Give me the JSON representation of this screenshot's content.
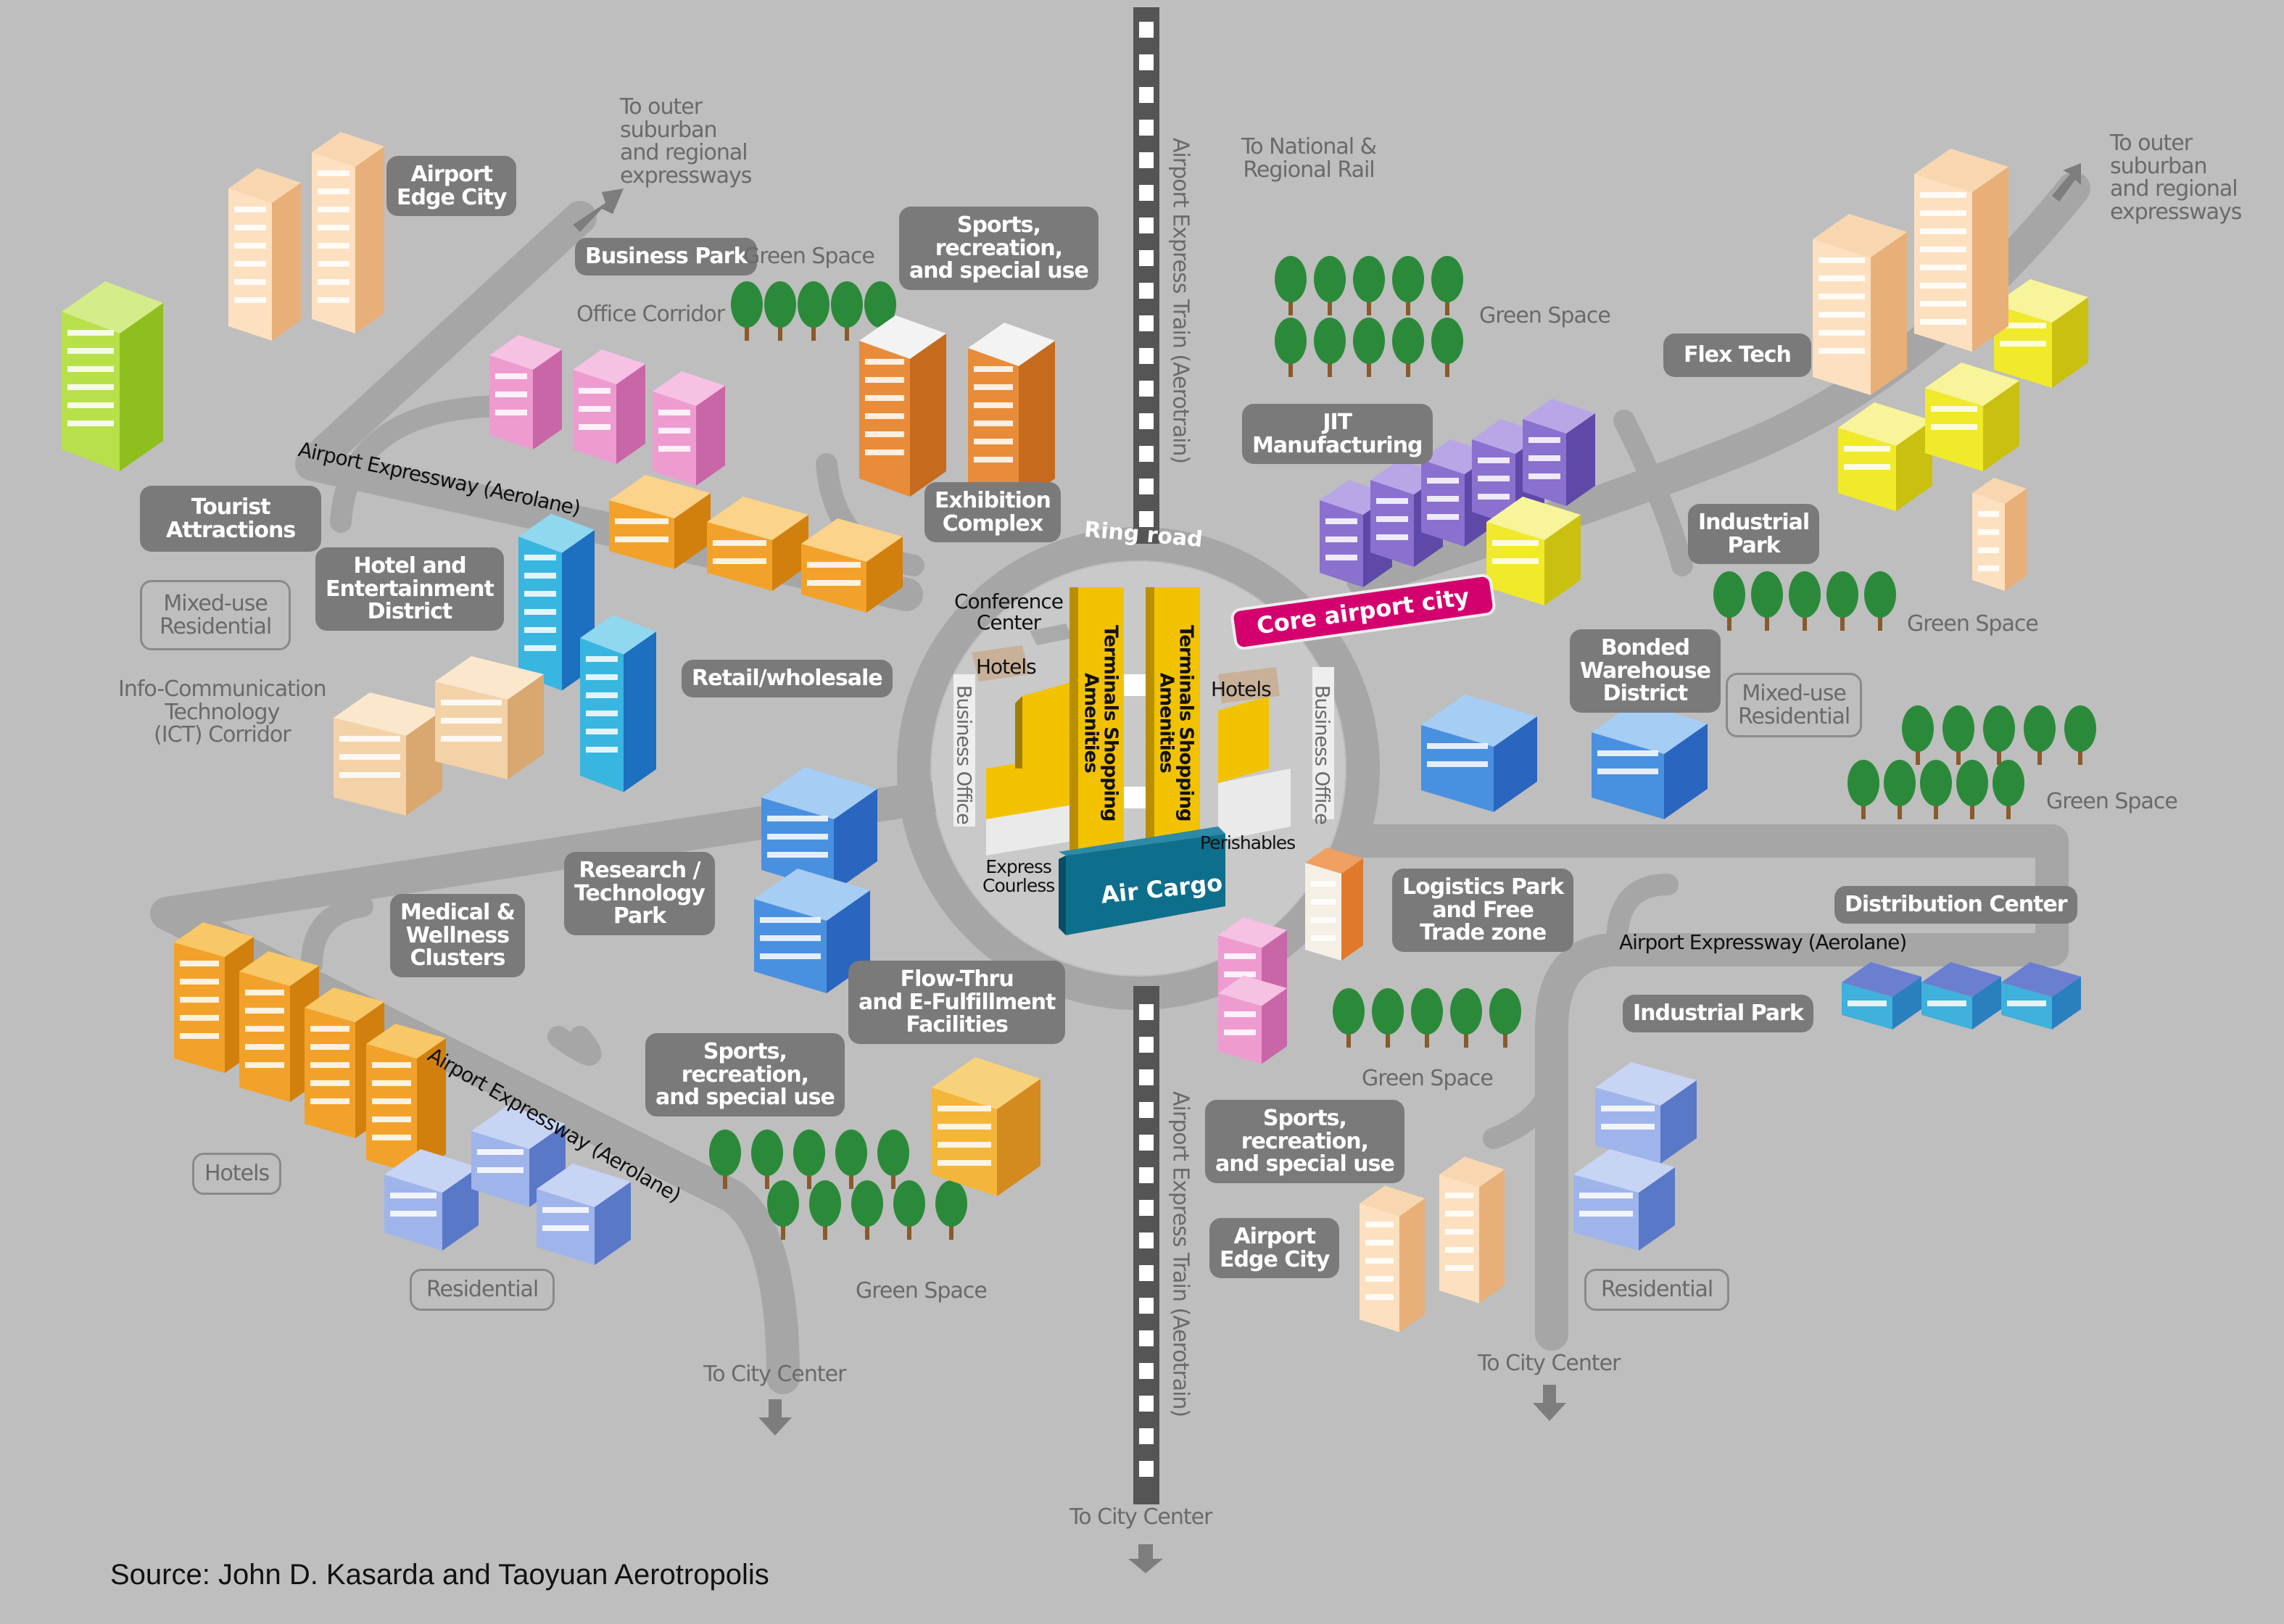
{
  "title": "Aerotropolis schematic",
  "colors": {
    "background": "#bebebe",
    "road": "#a6a6a6",
    "rail": "#555555",
    "label_dark": "#7a7a7a",
    "core_label": "#d4006e",
    "terminal": "#f2c200",
    "air_cargo": "#0e6f8c"
  },
  "transport": {
    "rail_north": "Airport Express Train (Aerotrain)",
    "rail_south": "Airport Express Train (Aerotrain)",
    "ring_road": "Ring road",
    "expressway_nw": "Airport Expressway (Aerolane)",
    "expressway_sw": "Airport Expressway (Aerolane)",
    "expressway_e": "Airport Expressway (Aerolane)"
  },
  "directions": {
    "nw_outer": "To outer\nsuburban\nand regional\nexpressways",
    "ne_outer": "To outer\nsuburban\nand regional\nexpressways",
    "national_rail": "To National &\nRegional Rail",
    "city_center_sw": "To City Center",
    "city_center_s": "To City Center",
    "city_center_se": "To City Center"
  },
  "core": {
    "label": "Core airport city",
    "conference_center": "Conference\nCenter",
    "hotels_left": "Hotels",
    "hotels_right": "Hotels",
    "terminal_left": "Terminals Shopping\nAmenities",
    "terminal_right": "Terminals Shopping\nAmenities",
    "business_office_left": "Business Office",
    "business_office_right": "Business Office",
    "perishables": "Perishables",
    "express_courier": "Express\nCourless",
    "air_cargo": "Air Cargo"
  },
  "zones": {
    "airport_edge_city_nw": "Airport\nEdge City",
    "business_park": "Business Park",
    "green_space_n": "Green Space",
    "office_corridor": "Office Corridor",
    "sports_n": "Sports,\nrecreation,\nand special use",
    "exhibition_complex": "Exhibition\nComplex",
    "tourist_attractions": "Tourist\nAttractions",
    "mixed_use_residential_w": "Mixed-use\nResidential",
    "hotel_entertainment": "Hotel and\nEntertainment\nDistrict",
    "ict_corridor": "Info-Communication\nTechnology\n(ICT) Corridor",
    "retail_wholesale": "Retail/wholesale",
    "research_tech_park": "Research /\nTechnology\nPark",
    "medical_wellness": "Medical &\nWellness\nClusters",
    "flow_thru": "Flow-Thru\nand E-Fulfillment\nFacilities",
    "sports_sw": "Sports,\nrecreation,\nand special use",
    "hotels_sw": "Hotels",
    "residential_sw": "Residential",
    "green_space_sw": "Green Space",
    "green_space_ne": "Green Space",
    "jit_manufacturing": "JIT\nManufacturing",
    "flex_tech": "Flex Tech",
    "industrial_park_ne": "Industrial\nPark",
    "green_space_e": "Green Space",
    "bonded_warehouse": "Bonded\nWarehouse\nDistrict",
    "mixed_use_residential_e": "Mixed-use\nResidential",
    "green_space_e2": "Green Space",
    "logistics_park": "Logistics Park\nand Free\nTrade zone",
    "distribution_center": "Distribution Center",
    "industrial_park_se": "Industrial Park",
    "green_space_s": "Green Space",
    "sports_se": "Sports,\nrecreation,\nand special use",
    "airport_edge_city_se": "Airport\nEdge City",
    "residential_se": "Residential"
  },
  "source": "Source: John D. Kasarda and Taoyuan Aerotropolis"
}
